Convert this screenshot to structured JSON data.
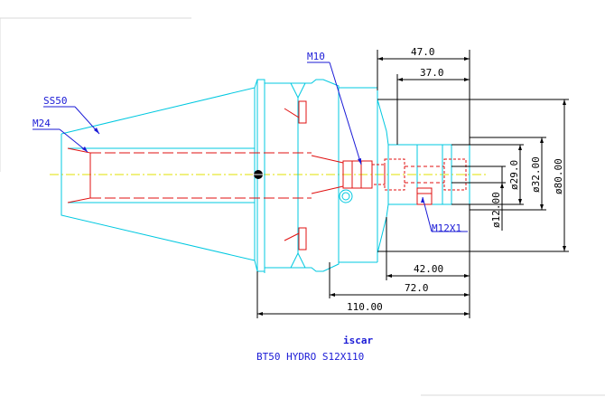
{
  "dimensions": {
    "d47": "47.0",
    "d37": "37.0",
    "d42": "42.00",
    "d72": "72.0",
    "d110": "110.00",
    "dia29": "ø29.0",
    "dia32": "ø32.00",
    "dia80": "ø80.00",
    "dia12": "ø12.00"
  },
  "labels": {
    "ss50": "SS50",
    "m24": "M24",
    "m10": "M10",
    "m12x1": "M12X1"
  },
  "caption": {
    "brand": "iscar",
    "model": "BT50 HYDRO S12X110"
  },
  "colors": {
    "outline": "#00c8e0",
    "internal": "#e01010",
    "dimension": "#000000",
    "label": "#1a1ad6",
    "centerline": "#e0e000"
  }
}
